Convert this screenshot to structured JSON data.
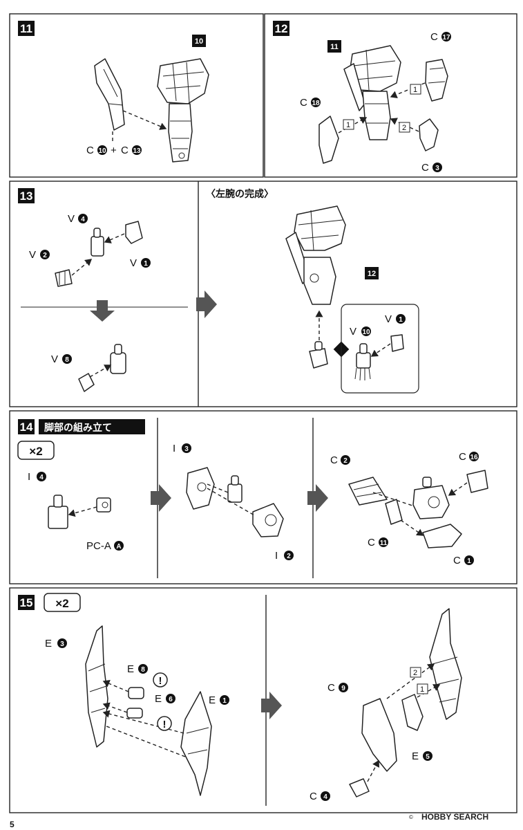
{
  "page_number": "5",
  "watermark": {
    "brand": "HOBBY SEARCH",
    "copyright": "©"
  },
  "steps": {
    "s11": {
      "number": "11",
      "target": "10",
      "parts": [
        {
          "letter": "C",
          "num": "10"
        },
        {
          "letter": "C",
          "num": "13"
        }
      ],
      "plus": "+"
    },
    "s12": {
      "number": "12",
      "target": "11",
      "parts": [
        {
          "letter": "C",
          "num": "17"
        },
        {
          "letter": "C",
          "num": "18"
        },
        {
          "letter": "C",
          "num": "3"
        }
      ],
      "order_tags": [
        "1",
        "1",
        "2"
      ]
    },
    "s13": {
      "number": "13",
      "parts": [
        {
          "letter": "V",
          "num": "4"
        },
        {
          "letter": "V",
          "num": "2"
        },
        {
          "letter": "V",
          "num": "1"
        },
        {
          "letter": "V",
          "num": "8"
        }
      ]
    },
    "left_arm": {
      "title": "〈左腕の完成〉",
      "target": "12",
      "parts": [
        {
          "letter": "V",
          "num": "10"
        },
        {
          "letter": "V",
          "num": "1"
        }
      ]
    },
    "s14": {
      "number": "14",
      "title": "脚部の組み立て",
      "multiplier": "×2",
      "parts": [
        {
          "letter": "I",
          "num": "4"
        },
        {
          "letter": "PC-A",
          "num": "A"
        },
        {
          "letter": "I",
          "num": "3"
        },
        {
          "letter": "I",
          "num": "2"
        },
        {
          "letter": "C",
          "num": "2"
        },
        {
          "letter": "C",
          "num": "16"
        },
        {
          "letter": "C",
          "num": "11"
        },
        {
          "letter": "C",
          "num": "1"
        }
      ]
    },
    "s15": {
      "number": "15",
      "multiplier": "×2",
      "parts": [
        {
          "letter": "E",
          "num": "3"
        },
        {
          "letter": "E",
          "num": "8"
        },
        {
          "letter": "E",
          "num": "6"
        },
        {
          "letter": "E",
          "num": "1"
        },
        {
          "letter": "C",
          "num": "9"
        },
        {
          "letter": "E",
          "num": "5"
        },
        {
          "letter": "C",
          "num": "4"
        }
      ],
      "order_tags": [
        "2",
        "1"
      ],
      "caution": "!"
    }
  }
}
